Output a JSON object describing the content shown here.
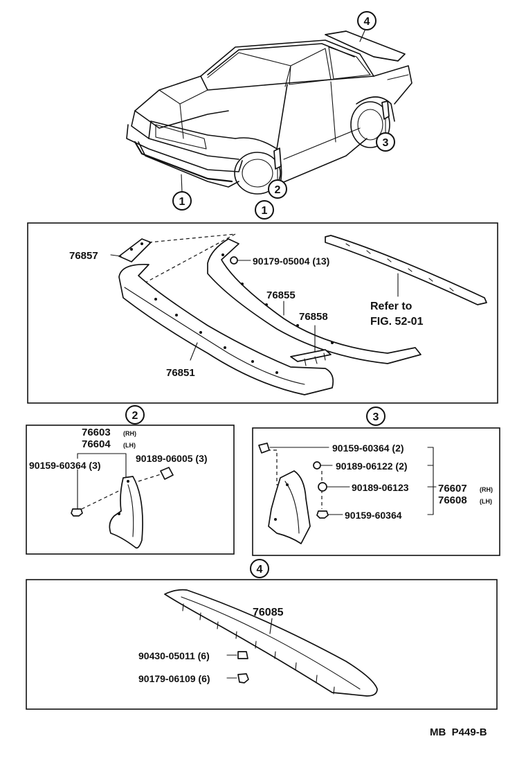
{
  "callouts": {
    "c1": "1",
    "c2": "2",
    "c3": "3",
    "c4": "4"
  },
  "front_spoiler": {
    "p76857": "76857",
    "p90179_05004": "90179-05004 (13)",
    "p76855": "76855",
    "p76858": "76858",
    "p76851": "76851",
    "refer_line1": "Refer to",
    "refer_line2": "FIG. 52-01"
  },
  "front_mudguard": {
    "p76603": "76603",
    "p76603_sub": "(RH)",
    "p76604": "76604",
    "p76604_sub": "(LH)",
    "p90159_60364": "90159-60364 (3)",
    "p90189_06005": "90189-06005 (3)"
  },
  "rear_mudguard": {
    "p90159_60364_2": "90159-60364 (2)",
    "p90189_06122": "90189-06122 (2)",
    "p90189_06123": "90189-06123",
    "p90159_60364": "90159-60364",
    "p76607": "76607",
    "p76607_sub": "(RH)",
    "p76608": "76608",
    "p76608_sub": "(LH)"
  },
  "rear_spoiler": {
    "p76085": "76085",
    "p90430_05011": "90430-05011 (6)",
    "p90179_06109": "90179-06109 (6)"
  },
  "footer": {
    "code": "MB  P449-B"
  }
}
